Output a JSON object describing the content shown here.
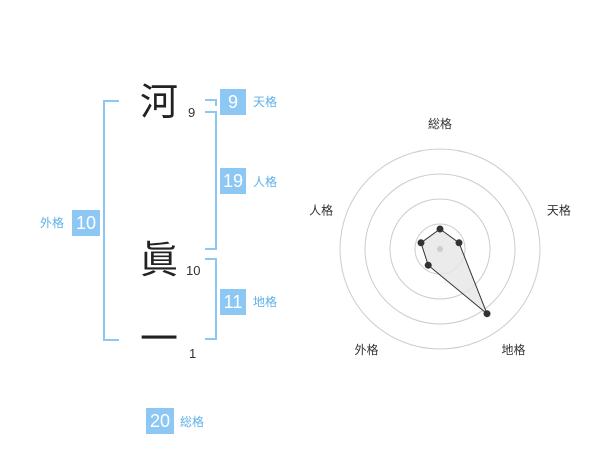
{
  "name_chars": [
    {
      "char": "河",
      "strokes": "9"
    },
    {
      "char": "眞",
      "strokes": "10"
    },
    {
      "char": "一",
      "strokes": "1"
    }
  ],
  "fortunes": {
    "tenkaku": {
      "value": "9",
      "label": "天格"
    },
    "jinkaku": {
      "value": "19",
      "label": "人格"
    },
    "chikaku": {
      "value": "11",
      "label": "地格"
    },
    "gaikaku": {
      "value": "10",
      "label": "外格"
    },
    "soukaku": {
      "value": "20",
      "label": "総格"
    }
  },
  "radar": {
    "axes": [
      "総格",
      "天格",
      "地格",
      "外格",
      "人格"
    ],
    "levels": 4,
    "scores": [
      1,
      1,
      4,
      1,
      1
    ],
    "max": 5,
    "line_color": "#333333",
    "fill_color": "#e6e6e6",
    "grid_color": "#cccccc"
  },
  "colors": {
    "accent": "#8dc8f4",
    "label": "#5fb0ea"
  }
}
